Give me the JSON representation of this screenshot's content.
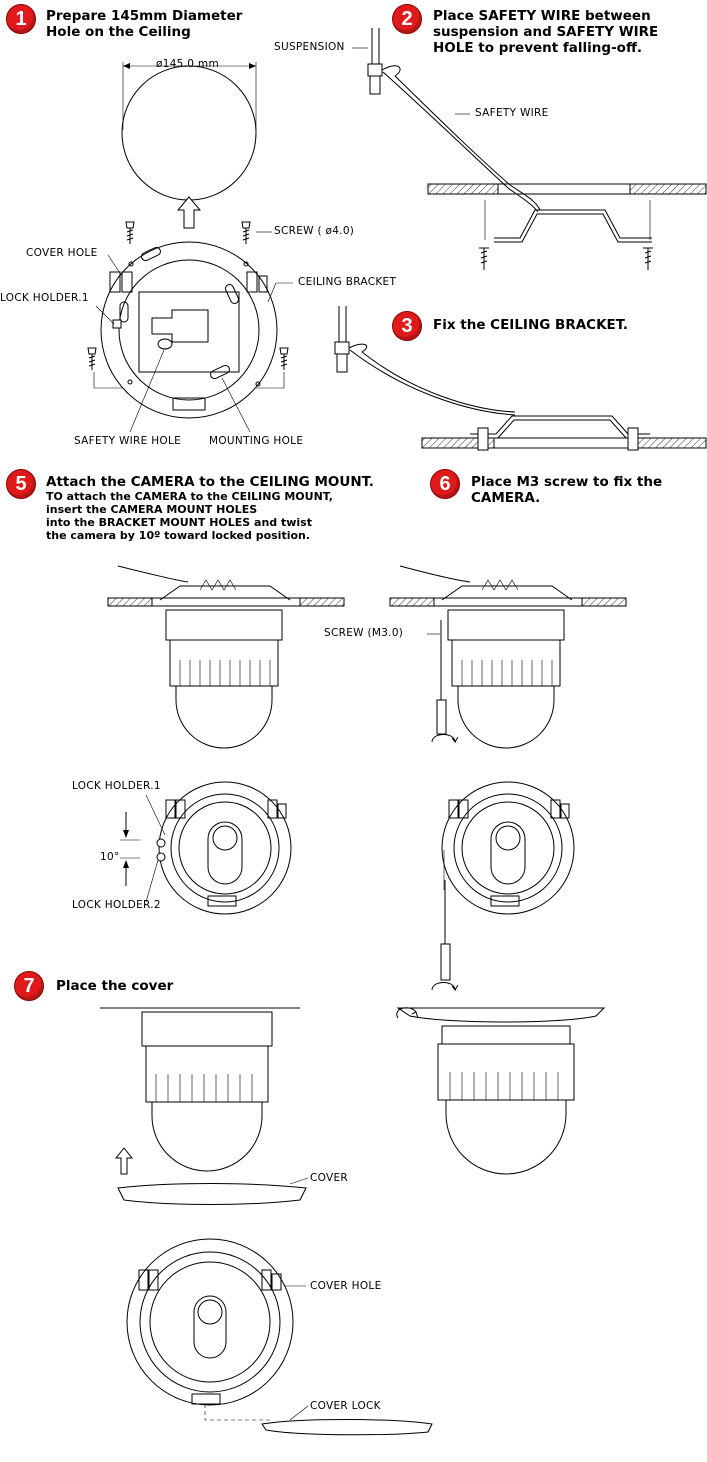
{
  "steps": [
    {
      "number": "1",
      "title": "Prepare 145mm Diameter\nHole on the Ceiling"
    },
    {
      "number": "2",
      "title": "Place SAFETY WIRE between\nsuspension and SAFETY WIRE\nHOLE to prevent falling-off."
    },
    {
      "number": "3",
      "title": "Fix the CEILING BRACKET."
    },
    {
      "number": "5",
      "title": "Attach the CAMERA to the CEILING MOUNT.",
      "subtitle": "TO attach the CAMERA to the CEILING MOUNT,\ninsert the CAMERA MOUNT HOLES\ninto the BRACKET MOUNT HOLES and twist\nthe camera by 10º toward locked position."
    },
    {
      "number": "6",
      "title": "Place M3 screw to fix the\nCAMERA."
    },
    {
      "number": "7",
      "title": "Place the cover"
    }
  ],
  "labels": {
    "diameter": "ø145.0 mm",
    "suspension": "SUSPENSION",
    "safety_wire": "SAFETY WIRE",
    "screw_4": "SCREW ( ø4.0)",
    "cover_hole": "COVER HOLE",
    "ceiling_bracket": "CEILING BRACKET",
    "lock_holder_1": "LOCK HOLDER.1",
    "safety_wire_hole": "SAFETY WIRE HOLE",
    "mounting_hole": "MOUNTING HOLE",
    "screw_m3": "SCREW (M3.0)",
    "lock_holder_1b": "LOCK HOLDER.1",
    "angle": "10°",
    "lock_holder_2": "LOCK HOLDER.2",
    "cover": "COVER",
    "cover_hole_2": "COVER HOLE",
    "cover_lock": "COVER LOCK"
  },
  "colors": {
    "badge": "#e01a1a",
    "line": "#000000"
  }
}
